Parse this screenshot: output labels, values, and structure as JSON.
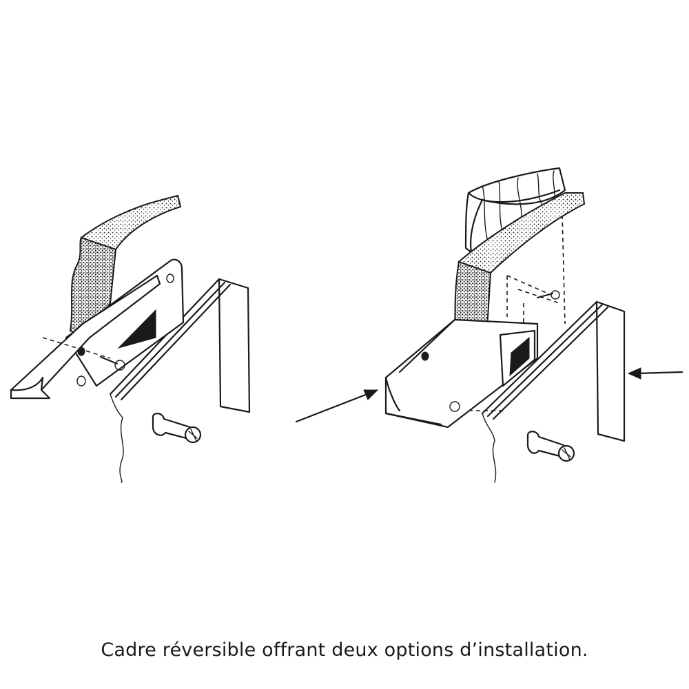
{
  "caption": "Cadre réversible offrant deux options d’installation.",
  "palette": {
    "ink": "#1a1a1a",
    "background": "#ffffff"
  },
  "figures": [
    {
      "name": "installation-option-1",
      "parts": [
        "foam-seal",
        "reversible-frame",
        "door-panel",
        "mounting-screw"
      ]
    },
    {
      "name": "installation-option-2",
      "parts": [
        "fabric-sleeve",
        "foam-seal",
        "reversible-frame",
        "door-panel",
        "mounting-screw"
      ],
      "arrows": 2
    }
  ]
}
